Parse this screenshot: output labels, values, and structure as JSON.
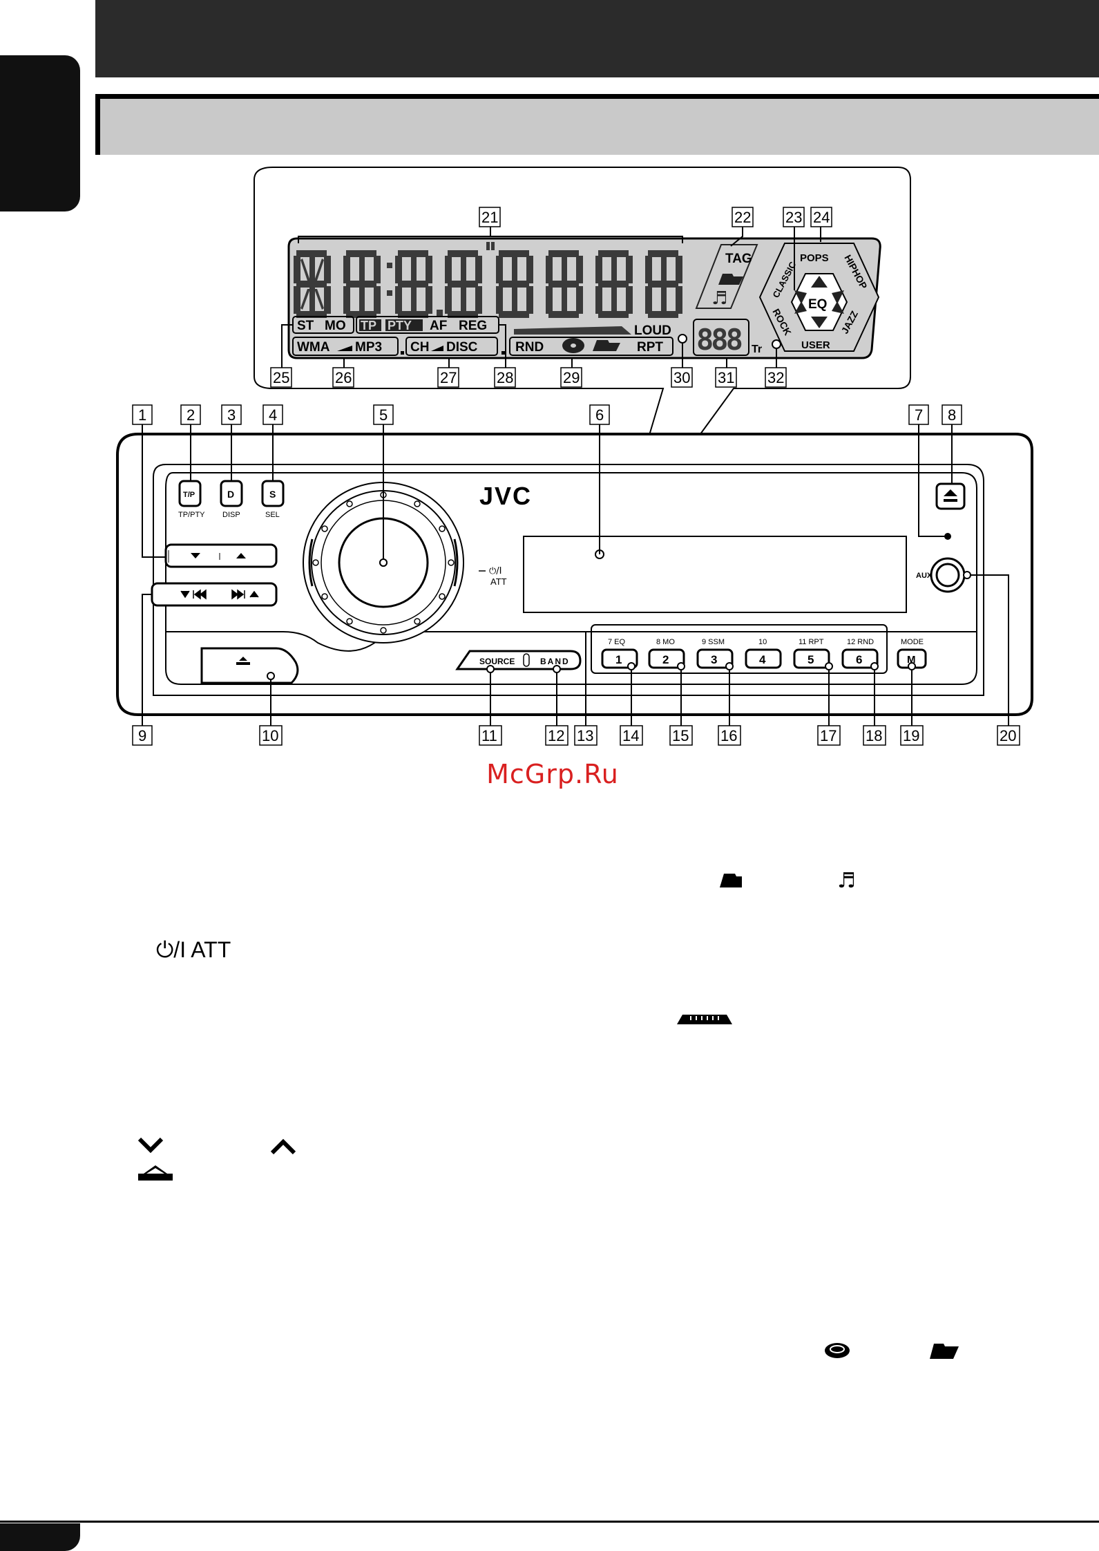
{
  "watermark": "McGrp.Ru",
  "display": {
    "segments": "8 8:8.8\"8 8 8 8",
    "indicators": {
      "st": "ST",
      "mo": "MO",
      "tp": "TP",
      "pty": "PTY",
      "af": "AF",
      "reg": "REG",
      "wma": "WMA",
      "mp3": "MP3",
      "ch": "CH",
      "disc": "DISC",
      "rnd": "RND",
      "rpt": "RPT",
      "loud": "LOUD",
      "tag": "TAG",
      "track_digits": "888",
      "tr": "Tr"
    },
    "eq": {
      "center": "EQ",
      "pops": "POPS",
      "hiphop": "HIPHOP",
      "jazz": "JAZZ",
      "user": "USER",
      "rock": "ROCK",
      "classic": "CLASSIC"
    }
  },
  "unit": {
    "brand": "JVC",
    "buttons": {
      "tp": "T/P",
      "tp_sub": "TP/PTY",
      "d": "D",
      "d_sub": "DISP",
      "s": "S",
      "s_sub": "SEL",
      "power": "⏻/I",
      "att": "ATT",
      "aux": "AUX",
      "source": "SOURCE",
      "band": "BAND",
      "mode": "MODE",
      "m": "M"
    },
    "presets": [
      {
        "top": "7  EQ",
        "num": "1"
      },
      {
        "top": "8  MO",
        "num": "2"
      },
      {
        "top": "9  SSM",
        "num": "3"
      },
      {
        "top": "10",
        "num": "4"
      },
      {
        "top": "11 RPT",
        "num": "5"
      },
      {
        "top": "12  RND",
        "num": "6"
      }
    ]
  },
  "callouts": [
    "1",
    "2",
    "3",
    "4",
    "5",
    "6",
    "7",
    "8",
    "9",
    "10",
    "11",
    "12",
    "13",
    "14",
    "15",
    "16",
    "17",
    "18",
    "19",
    "20",
    "21",
    "22",
    "23",
    "24",
    "25",
    "26",
    "27",
    "28",
    "29",
    "30",
    "31",
    "32"
  ],
  "text": {
    "power_att": "⏻/I ATT"
  },
  "colors": {
    "watermark": "#d92020",
    "band": "#c9c9c9",
    "dark": "#2b2b2b",
    "lcd": "#cfcfcf"
  }
}
